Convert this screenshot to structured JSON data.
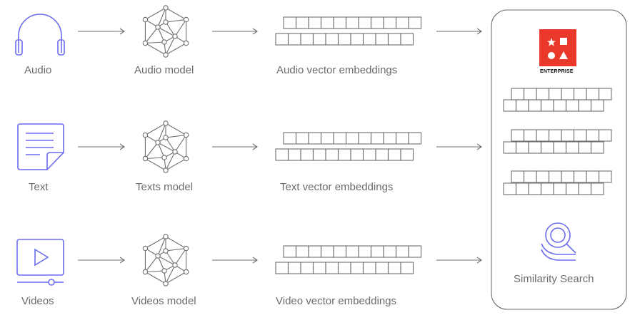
{
  "rows": [
    {
      "input_label": "Audio",
      "model_label": "Audio model",
      "embed_label": "Audio vector embeddings",
      "input_icon": "headphones-icon"
    },
    {
      "input_label": "Text",
      "model_label": "Texts model",
      "embed_label": "Text vector embeddings",
      "input_icon": "document-icon"
    },
    {
      "input_label": "Videos",
      "model_label": "Videos model",
      "embed_label": "Video vector embeddings",
      "input_icon": "video-player-icon"
    }
  ],
  "store": {
    "logo_text": "ENTERPRISE",
    "logo_icon": "redis-enterprise-logo",
    "logo_color": "#e8392b",
    "search_icon": "similarity-search-icon",
    "search_label": "Similarity Search"
  },
  "colors": {
    "accent": "#6b6cf0",
    "line": "#6f6f6f",
    "text": "#6b6b6b"
  }
}
